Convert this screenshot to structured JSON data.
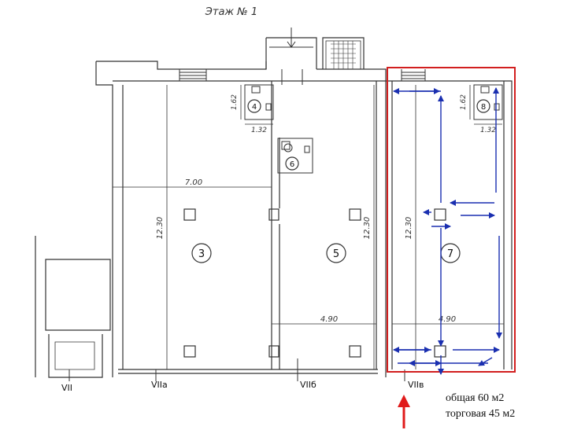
{
  "floor_title": "Этаж № 1",
  "rooms": {
    "r3": "3",
    "r4": "4",
    "r5": "5",
    "r6": "6",
    "r7": "7",
    "r8": "8"
  },
  "dimensions": {
    "width_700": "7.00",
    "height_1230_a": "12.30",
    "height_1230_b": "12.30",
    "height_1230_c": "12.30",
    "width_490_a": "4.90",
    "width_490_b": "4.90",
    "dim_162_a": "1.62",
    "dim_162_b": "1.62",
    "dim_132_a": "1.32",
    "dim_132_b": "1.32"
  },
  "axes": {
    "a1": "VII",
    "a2": "VIIa",
    "a3": "VIIб",
    "a4": "VIIв"
  },
  "notes": {
    "total_area": "общая 60 м2",
    "sales_area": "торговая 45 м2"
  },
  "colors": {
    "wall": "#333333",
    "highlight": "#d21f1f",
    "arrow_blue": "#1a2fb0",
    "arrow_red": "#e01b1b"
  }
}
